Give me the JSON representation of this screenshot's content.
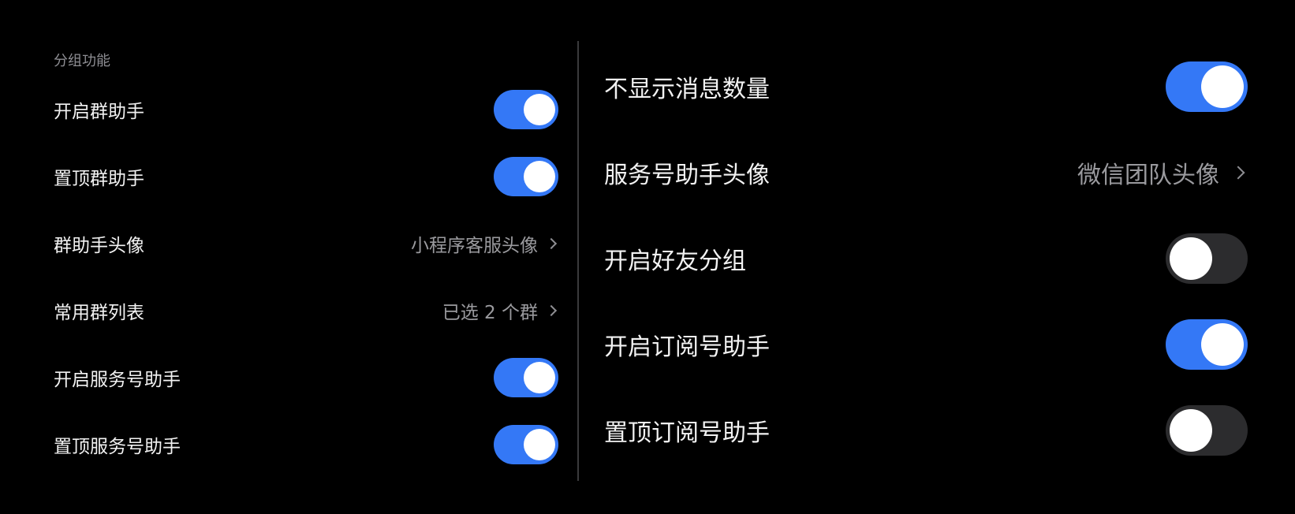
{
  "left": {
    "section_header": "分组功能",
    "rows": [
      {
        "label": "开启群助手",
        "type": "toggle",
        "on": true
      },
      {
        "label": "置顶群助手",
        "type": "toggle",
        "on": true
      },
      {
        "label": "群助手头像",
        "type": "link",
        "value": "小程序客服头像"
      },
      {
        "label": "常用群列表",
        "type": "link",
        "value": "已选 2 个群"
      },
      {
        "label": "开启服务号助手",
        "type": "toggle",
        "on": true
      },
      {
        "label": "置顶服务号助手",
        "type": "toggle",
        "on": true
      }
    ]
  },
  "right": {
    "rows": [
      {
        "label": "不显示消息数量",
        "type": "toggle",
        "on": true
      },
      {
        "label": "服务号助手头像",
        "type": "link",
        "value": "微信团队头像"
      },
      {
        "label": "开启好友分组",
        "type": "toggle",
        "on": false
      },
      {
        "label": "开启订阅号助手",
        "type": "toggle",
        "on": true
      },
      {
        "label": "置顶订阅号助手",
        "type": "toggle",
        "on": false
      }
    ]
  },
  "colors": {
    "background": "#000000",
    "toggle_on": "#3478f6",
    "toggle_off": "#2c2c2e",
    "knob": "#ffffff",
    "secondary_text": "#9a9a9e"
  }
}
